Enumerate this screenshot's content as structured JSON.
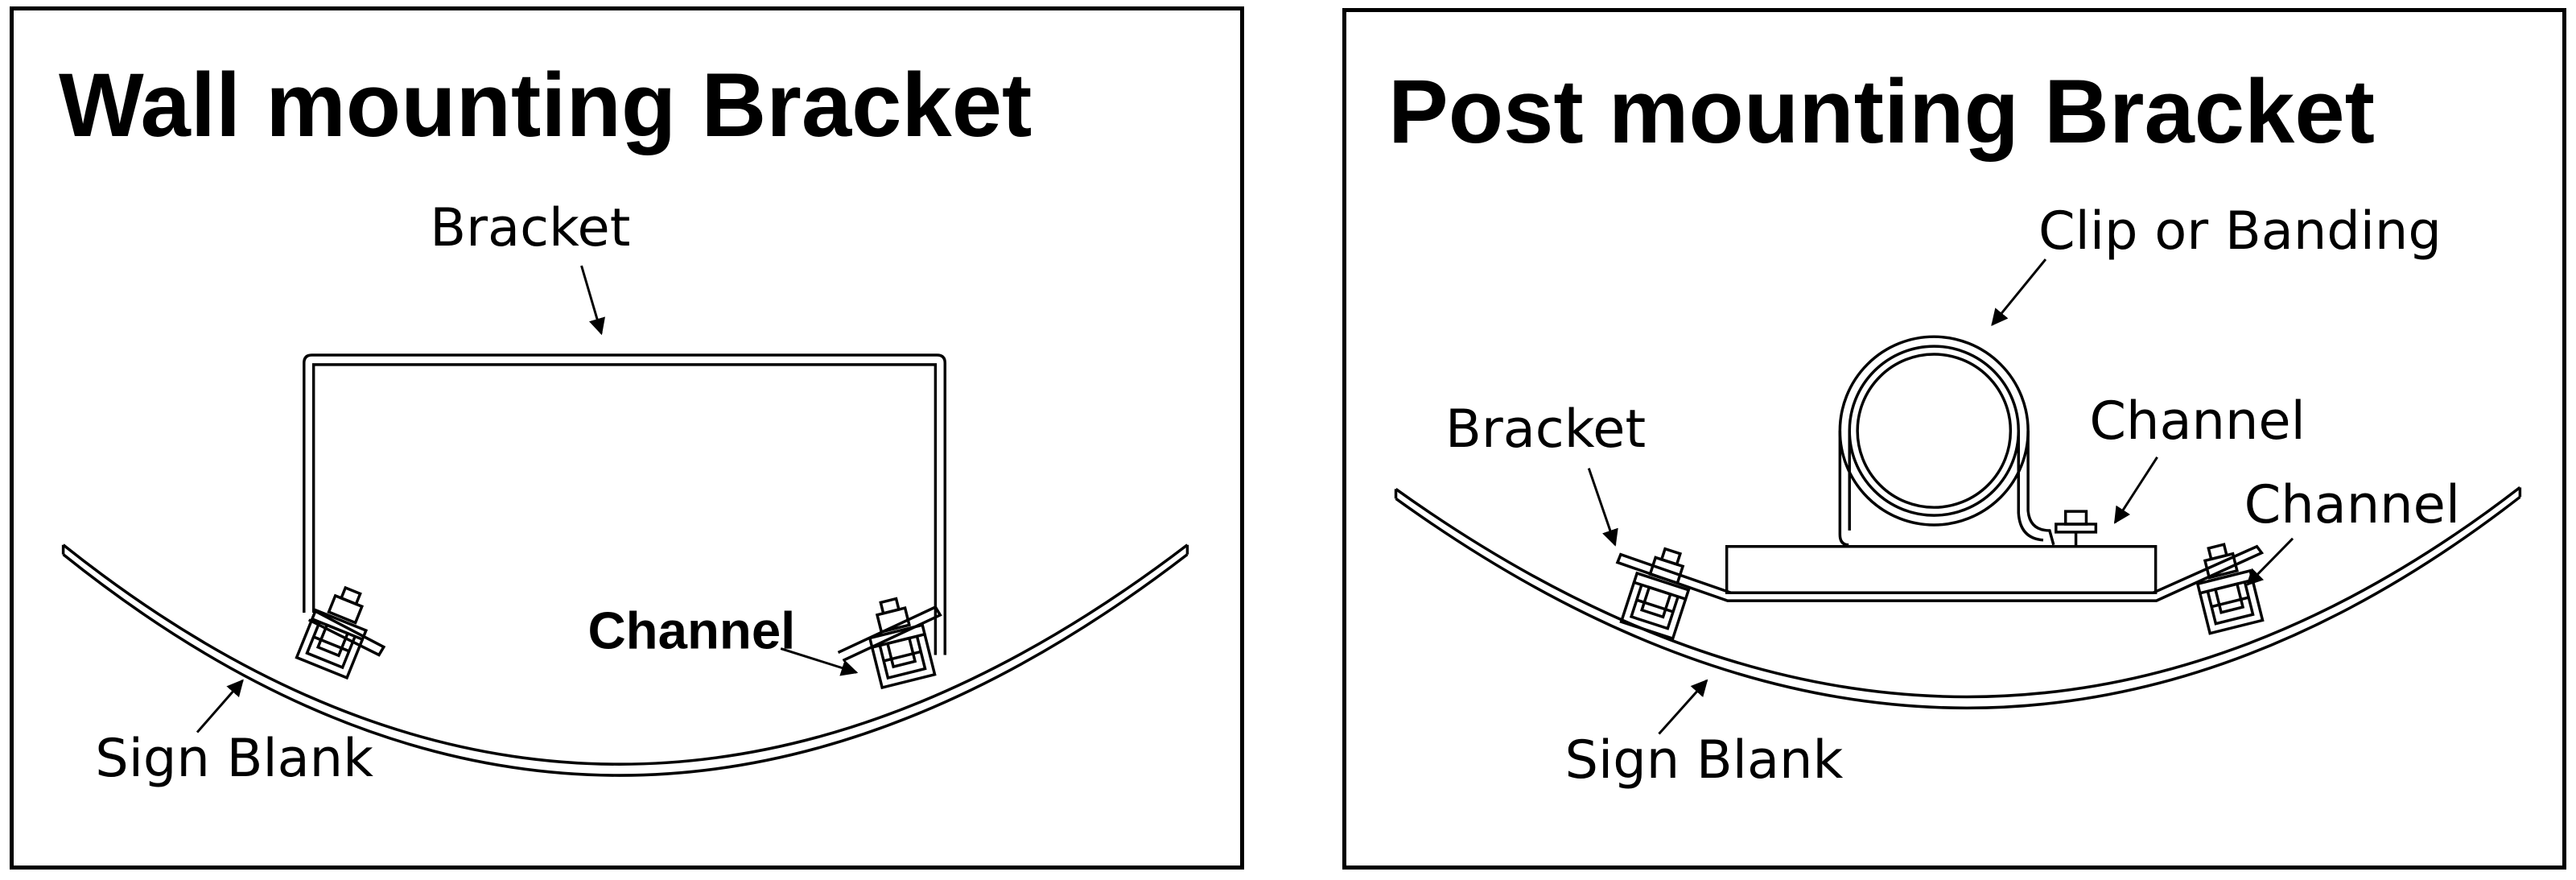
{
  "panels": {
    "wall": {
      "title": "Wall mounting Bracket",
      "labels": {
        "bracket": "Bracket",
        "channel": "Channel",
        "sign_blank": "Sign Blank"
      }
    },
    "post": {
      "title": "Post mounting Bracket",
      "labels": {
        "clip_or_banding": "Clip or Banding",
        "bracket": "Bracket",
        "channel_top": "Channel",
        "channel_right": "Channel",
        "sign_blank": "Sign Blank"
      }
    }
  },
  "colors": {
    "line": "#000000",
    "background": "#ffffff"
  }
}
